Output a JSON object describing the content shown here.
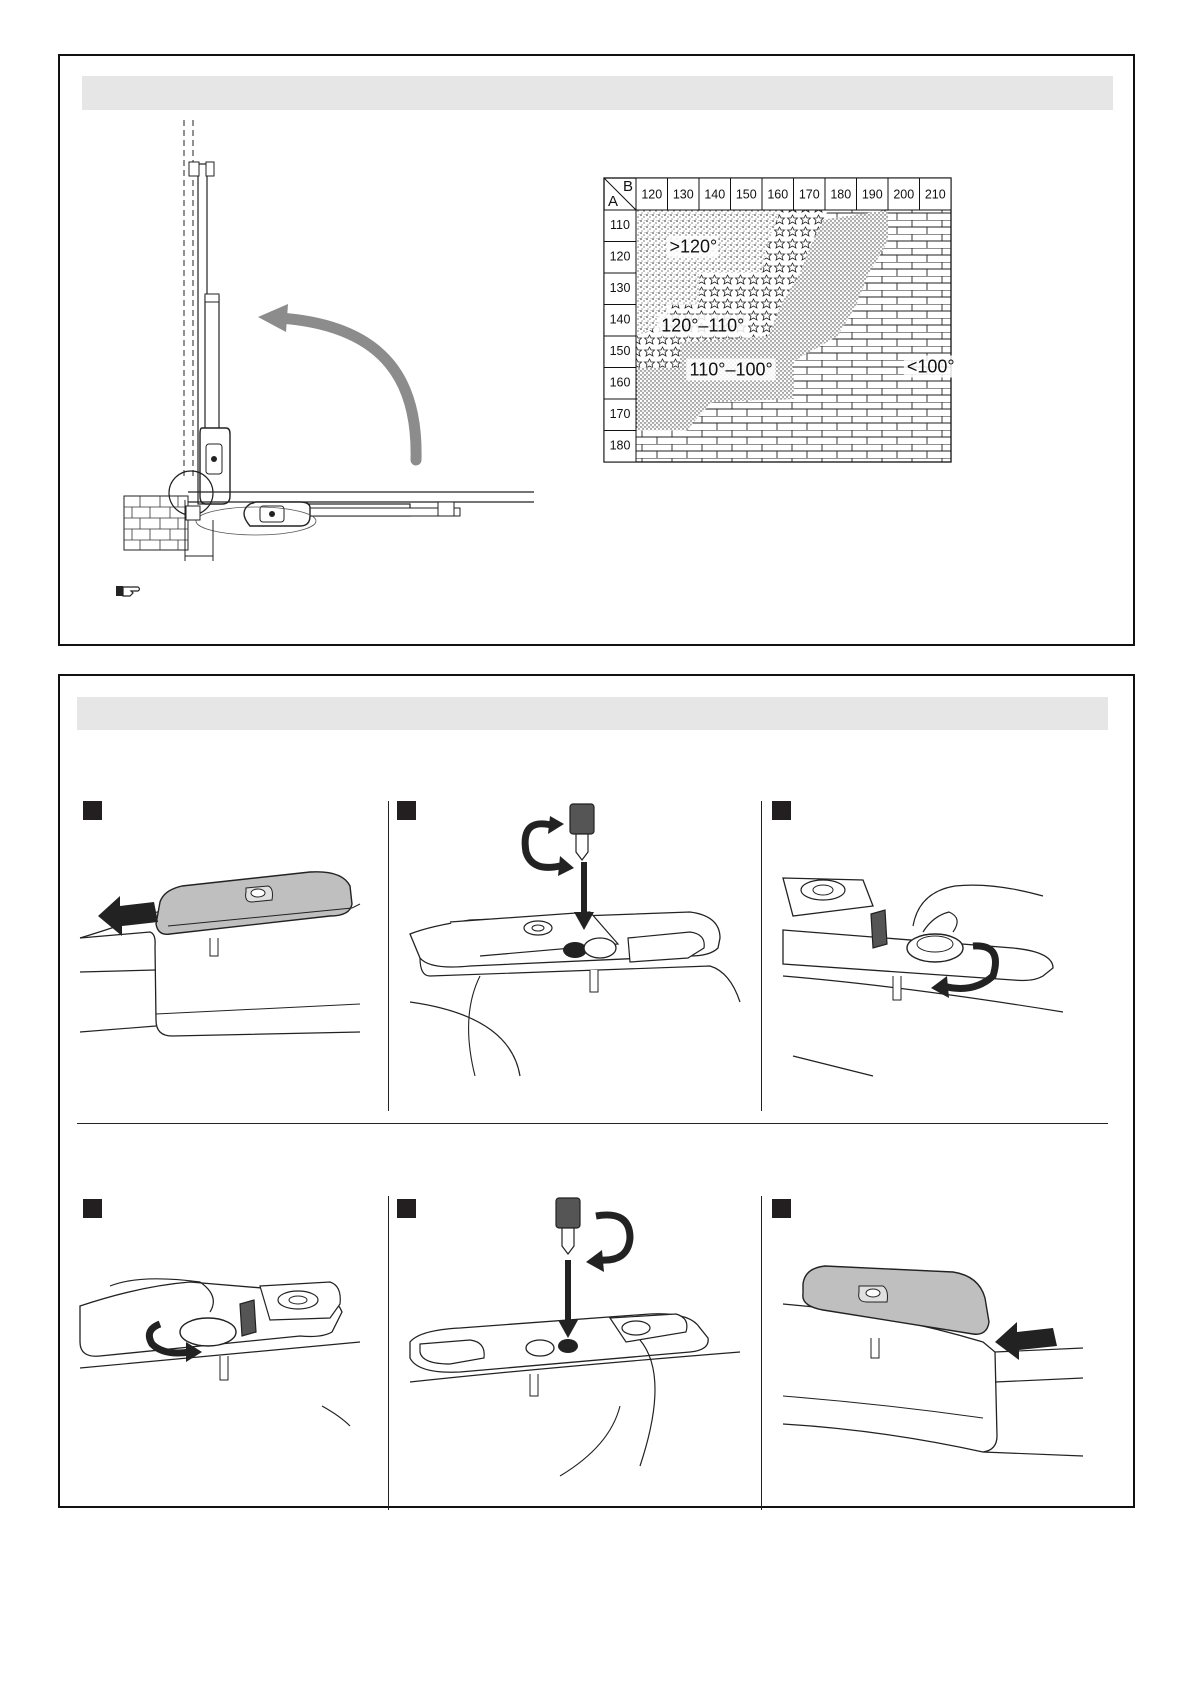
{
  "angle_table": {
    "corner_a": "A",
    "corner_b": "B",
    "columns": [
      "120",
      "130",
      "140",
      "150",
      "160",
      "170",
      "180",
      "190",
      "200",
      "210"
    ],
    "rows": [
      "110",
      "120",
      "130",
      "140",
      "150",
      "160",
      "170",
      "180"
    ],
    "zones": [
      {
        "label": ">120°"
      },
      {
        "label": "120°–110°"
      },
      {
        "label": "110°–100°"
      },
      {
        "label": "<100°"
      }
    ]
  },
  "icons": {
    "note": "pointing-hand-icon",
    "arrow": "curved-arrow-icon",
    "key": "key-icon"
  },
  "colors": {
    "header_bar": "#e6e6e6",
    "step_square": "#231f20",
    "arrow_gray": "#8c8c8c",
    "cover_gray": "#bfbfbf"
  }
}
